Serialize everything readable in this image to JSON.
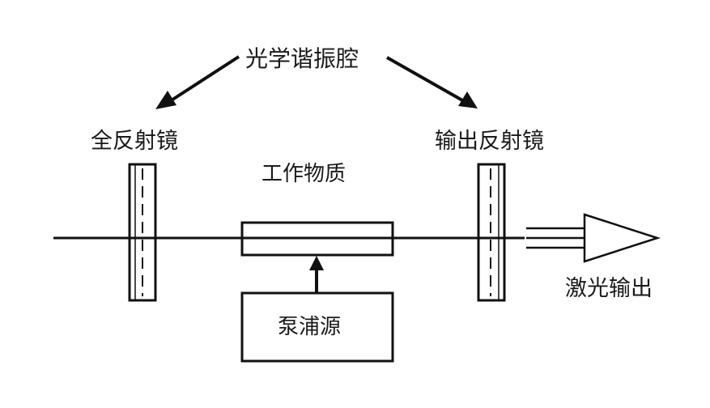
{
  "diagram": {
    "labels": {
      "resonant_cavity": "光学谐振腔",
      "total_reflector": "全反射镜",
      "output_reflector": "输出反射镜",
      "gain_medium": "工作物质",
      "pump_source": "泵浦源",
      "laser_output": "激光输出"
    },
    "colors": {
      "stroke": "#111111",
      "background": "#ffffff"
    }
  }
}
